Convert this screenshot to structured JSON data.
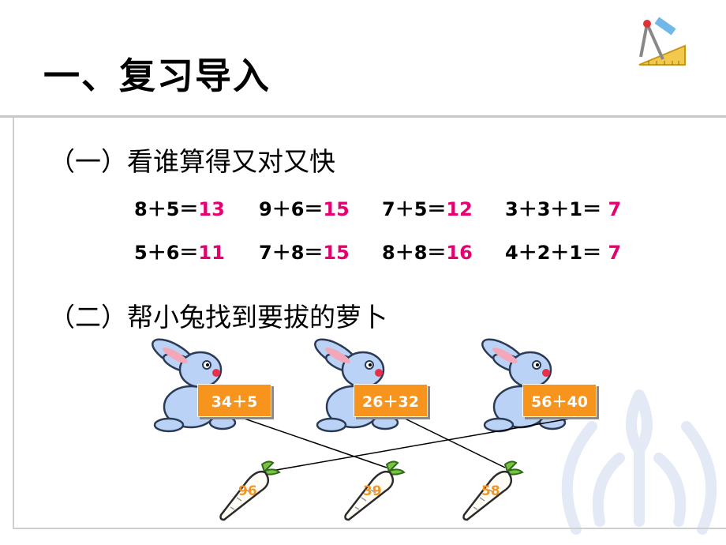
{
  "title": "一、复习导入",
  "section1": {
    "heading": "（一）看谁算得又对又快",
    "rows": [
      [
        {
          "expr": "8＋5＝",
          "answer": "13"
        },
        {
          "expr": "9＋6＝",
          "answer": "15"
        },
        {
          "expr": "7＋5＝",
          "answer": "12"
        },
        {
          "expr": "3＋3＋1＝",
          "answer": "7"
        }
      ],
      [
        {
          "expr": "5＋6＝",
          "answer": "11"
        },
        {
          "expr": "7＋8＝",
          "answer": "15"
        },
        {
          "expr": "8＋8＝",
          "answer": "16"
        },
        {
          "expr": "4＋2＋1＝",
          "answer": "7"
        }
      ]
    ]
  },
  "section2": {
    "heading": "（二）帮小兔找到要拔的萝卜",
    "rabbits": [
      {
        "expr": "34＋5"
      },
      {
        "expr": "26＋32"
      },
      {
        "expr": "56＋40"
      }
    ],
    "carrots": [
      {
        "value": "96"
      },
      {
        "value": "39"
      },
      {
        "value": "58"
      }
    ],
    "matches": [
      {
        "rabbit": 0,
        "carrot": 1
      },
      {
        "rabbit": 1,
        "carrot": 2
      },
      {
        "rabbit": 2,
        "carrot": 0
      }
    ]
  },
  "colors": {
    "answer": "#e4006f",
    "box": "#f7941d",
    "carrot_number": "#f7941d"
  },
  "icons": [
    "compass-ruler-logo-icon",
    "rabbit-icon",
    "carrot-icon",
    "watermark-hands-icon"
  ]
}
